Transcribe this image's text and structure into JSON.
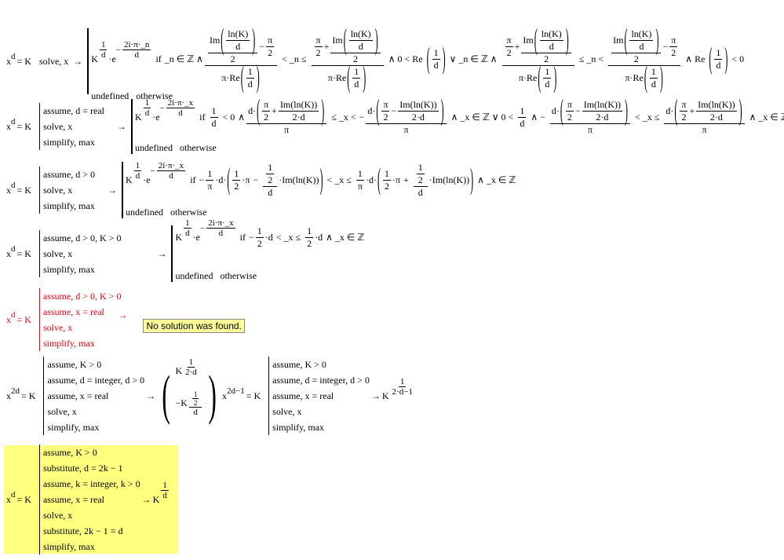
{
  "sym": {
    "pi": "π",
    "two": "2",
    "one": "1",
    "d": "d",
    "lnK": "ln(K)",
    "Im": "Im",
    "Re": "Re",
    "minus": "−",
    "plus": "+",
    "piRe": "π·Re",
    "K": "K",
    "e": "e",
    "dot": "·",
    "lp": "(",
    "rp": ")",
    "ImlnK": "Im(ln(K))",
    "twod": "2·d",
    "ddot": "d·",
    "arrow": "→",
    "if": "if",
    "otherwise": "undefined   otherwise",
    "xZ": "∧ _x ∈ ℤ",
    "lt0": "< 0",
    "lt_x_le": "< _x ≤",
    "le_x_lt": "≤ _x <",
    "or0lt": "∨ 0 <",
    "and": "∧",
    "and_minus": "∧ −",
    "dotpi": "·π",
    "dotd": "·d",
    "dotIm": "·Im(ln(K))",
    "minusd": "−K"
  },
  "b1": {
    "x": "x",
    "exp": "d",
    "rhs": "= K",
    "kw": "solve, x",
    "exp_num": "2i·π·_n",
    "nZ": "_n ∈ ℤ ∧",
    "lt_n_le": "< _n ≤",
    "and0Re": "∧ 0 < Re",
    "orn": "∨ _n ∈ ℤ ∧",
    "le_n_lt": "≤ _n <",
    "andRe": "∧ Re"
  },
  "b2": {
    "x": "x",
    "exp": "d",
    "rhs": "= K",
    "kw": [
      "assume, d = real",
      "solve, x",
      "simplify, max"
    ],
    "exp_num": "2i·π·_x",
    "xZ_or": "∧ _x ∈ ℤ ∨ 0 <"
  },
  "b3": {
    "x": "x",
    "exp": "d",
    "rhs": "= K",
    "kw": [
      "assume, d > 0",
      "solve, x",
      "simplify, max"
    ],
    "exp_num": "2i·π·_x"
  },
  "b4": {
    "x": "x",
    "exp": "d",
    "rhs": "= K",
    "kw": [
      "assume, d > 0, K > 0",
      "solve, x",
      "simplify, max"
    ],
    "exp_num": "2i·π·_x"
  },
  "b5": {
    "x": "x",
    "exp": "d",
    "rhs": "= K",
    "kw": [
      "assume, d > 0, K > 0",
      "assume, x = real",
      "solve, x",
      "simplify, max"
    ],
    "error": "No solution was found.",
    "error_color": "#e8000a"
  },
  "b6": {
    "x": "x",
    "exp": "2d",
    "rhs": "= K",
    "kw": [
      "assume, K > 0",
      "assume, d = integer, d > 0",
      "assume, x = real",
      "solve, x",
      "simplify, max"
    ]
  },
  "b6b": {
    "x": "x",
    "exp": "2d−1",
    "rhs": "= K",
    "kw": [
      "assume, K > 0",
      "assume, d = integer, d > 0",
      "assume, x = real",
      "solve, x",
      "simplify, max"
    ],
    "den": "2·d−1"
  },
  "b7": {
    "x": "x",
    "exp": "d",
    "rhs": "= K",
    "kw": [
      "assume, K > 0",
      "substitute, d = 2k − 1",
      "assume, k = integer, k > 0",
      "assume, x = real",
      "solve, x",
      "substitute, 2k − 1 = d",
      "simplify, max"
    ],
    "highlight": "#ffff80"
  }
}
